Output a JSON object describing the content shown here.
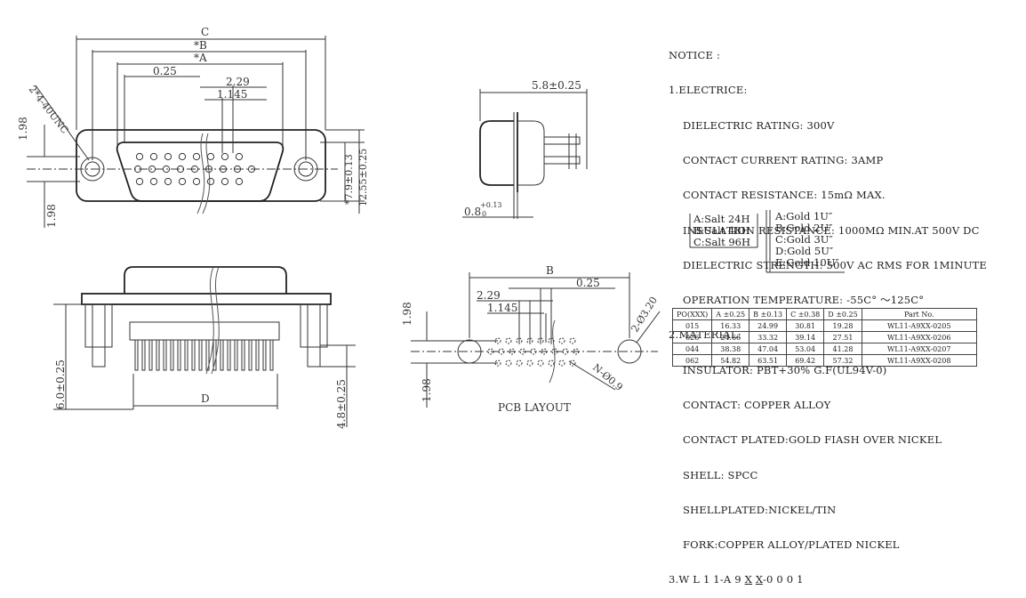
{
  "front_view": {
    "dim_c": "C",
    "dim_b": "*B",
    "dim_a": "*A",
    "dim_025": "0.25",
    "dim_229": "2.29",
    "dim_1145": "1.145",
    "dim_198_top": "1.98",
    "dim_198_bottom": "1.98",
    "dim_thread": "2*4-40UNC",
    "dim_79": "*7.9±0.13",
    "dim_1255": "12.55±0.25"
  },
  "side_view": {
    "dim_58": "5.8±0.25",
    "dim_08_base": "0.8",
    "dim_08_plus": "+0.13",
    "dim_08_minus": "0"
  },
  "bottom_view": {
    "dim_d": "D",
    "dim_60": "6.0±0.25",
    "dim_48": "4.8±0.25"
  },
  "pcb_layout": {
    "title": "PCB LAYOUT",
    "dim_b": "B",
    "dim_025": "0.25",
    "dim_229": "2.29",
    "dim_1145": "1.145",
    "dim_198_top": "1.98",
    "dim_198_bottom": "1.98",
    "dim_hole_big": "2-Ø3.20",
    "dim_hole_small": "N-Ø0.9"
  },
  "notice": {
    "heading": "NOTICE :",
    "s1": "1.ELECTRICE:",
    "l1": "DIELECTRIC RATING: 300V",
    "l2": "CONTACT CURRENT RATING: 3AMP",
    "l3": "CONTACT RESISTANCE: 15mΩ MAX.",
    "l4": "INSULATION RESISTANCE: 1000MΩ MIN.AT 500V DC",
    "l5": "DIELECTRIC STRENGTH: 500V AC RMS FOR 1MINUTE",
    "l6": "OPERATION TEMPERATURE: -55C° ～125C°",
    "s2": "2.MATERIAL:",
    "m1": "INSULATOR: PBT+30% G.F(UL94V-0)",
    "m2": "CONTACT: COPPER ALLOY",
    "m3": "CONTACT PLATED:GOLD FIASH OVER NICKEL",
    "m4": "SHELL: SPCC",
    "m5": "SHELLPLATED:NICKEL/TIN",
    "m6": "FORK:COPPER ALLOY/PLATED NICKEL",
    "s3_prefix": "3.W L 1 1-A 9 ",
    "s3_x1": "X",
    "s3_x2": "X",
    "s3_suffix": "-0 0 0 1",
    "salt": [
      "A:Salt 24H",
      "B:Salt 48H",
      "C:Salt 96H"
    ],
    "gold": [
      "A:Gold 1U″",
      "B:Gold 2U″",
      "C:Gold 3U″",
      "D:Gold 5U″",
      "E:Gold 10U″"
    ]
  },
  "table": {
    "headers": [
      "PO(XXX)",
      "A ±0.25",
      "B ±0.13",
      "C ±0.38",
      "D ±0.25",
      "Part  No."
    ],
    "rows": [
      [
        "015",
        "16.33",
        "24.99",
        "30.81",
        "19.28",
        "WL11-A9XX-0205"
      ],
      [
        "026",
        "24.66",
        "33.32",
        "39.14",
        "27.51",
        "WL11-A9XX-0206"
      ],
      [
        "044",
        "38.38",
        "47.04",
        "53.04",
        "41.28",
        "WL11-A9XX-0207"
      ],
      [
        "062",
        "54.82",
        "63.51",
        "69.42",
        "57.32",
        "WL11-A9XX-0208"
      ]
    ]
  }
}
